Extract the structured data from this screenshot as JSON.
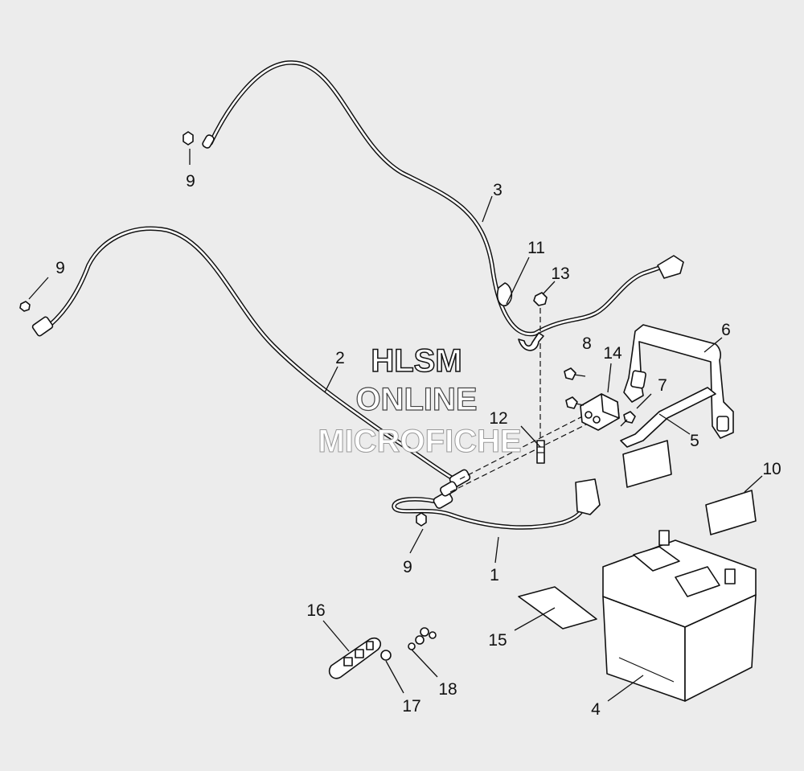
{
  "callouts": {
    "c1": "1",
    "c2": "2",
    "c3": "3",
    "c4": "4",
    "c5": "5",
    "c6": "6",
    "c7": "7",
    "c8": "8",
    "c9a": "9",
    "c9b": "9",
    "c9c": "9",
    "c10": "10",
    "c11": "11",
    "c12": "12",
    "c13": "13",
    "c14": "14",
    "c15": "15",
    "c16": "16",
    "c17": "17",
    "c18": "18"
  },
  "watermark": {
    "line1": "HLSM",
    "line2": "ONLINE",
    "line3": "MICROFICHE"
  },
  "colors": {
    "background": "#ececec",
    "line": "#111111",
    "watermark_fill": "#ffffff"
  }
}
